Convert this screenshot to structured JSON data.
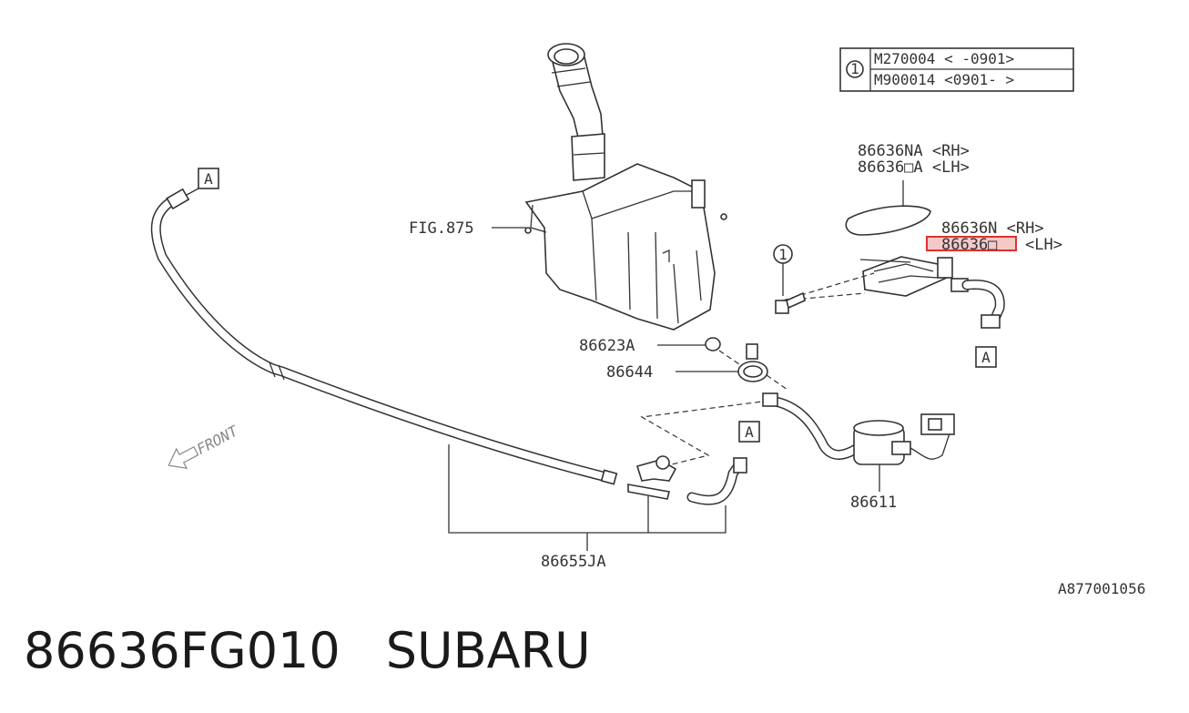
{
  "table": {
    "ref": "1",
    "rows": [
      "M270004 <  -0901>",
      "M900014 <0901-  >"
    ]
  },
  "labels": {
    "nozzle_cover_rh": "86636NA <RH>",
    "nozzle_cover_lh": "86636□A <LH>",
    "nozzle_rh": "86636N <RH>",
    "nozzle_lh_part": "86636□",
    "nozzle_lh_side": "<LH>",
    "fig": "FIG.875",
    "grommet": "86623A",
    "clip": "86644",
    "pump": "86611",
    "hose_set": "86655JA",
    "bolt_ref": "1",
    "connector_a": "A",
    "front": "FRONT",
    "diagram_code": "A877001056"
  },
  "caption": {
    "part_number": "86636FG010",
    "brand": "SUBARU"
  },
  "colors": {
    "highlight": "#e0312f",
    "highlight_fill": "#f6c9c9"
  }
}
